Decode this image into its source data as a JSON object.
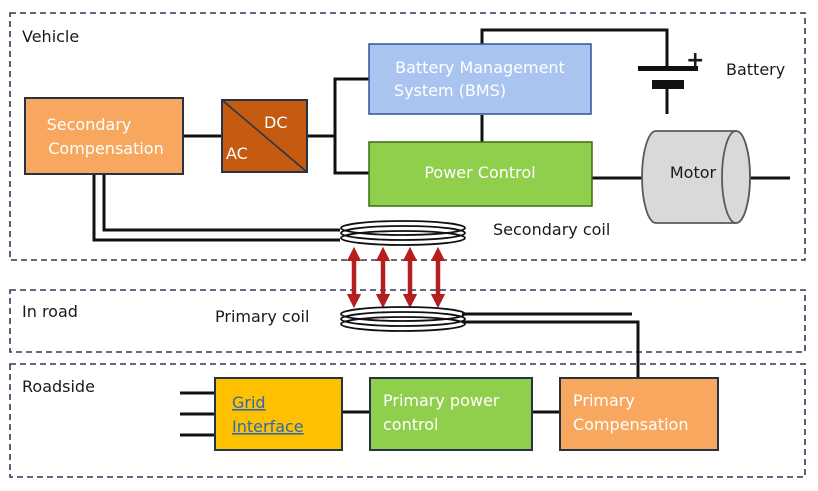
{
  "sections": {
    "vehicle": "Vehicle",
    "in_road": "In road",
    "roadside": "Roadside"
  },
  "blocks": {
    "bms": [
      "Battery Management",
      "System (BMS)"
    ],
    "secondary_compensation": [
      "Secondary",
      "Compensation"
    ],
    "converter": {
      "top": "DC",
      "bottom": "AC"
    },
    "power_control": "Power Control",
    "motor": "Motor",
    "grid_interface": [
      "Grid",
      "Interface"
    ],
    "primary_power_control": [
      "Primary power",
      "control"
    ],
    "primary_compensation": [
      "Primary",
      "Compensation"
    ]
  },
  "labels": {
    "battery": "Battery",
    "battery_plus": "+",
    "secondary_coil": "Secondary coil",
    "primary_coil": "Primary coil"
  },
  "colors": {
    "bms": "#a9c4ef",
    "compensation": "#f8a75e",
    "converter": "#c55a11",
    "power_control": "#8fcf4c",
    "grid_interface": "#ffc000",
    "motor": "#d9d9d9",
    "arrow": "#b41e1e",
    "dashed_border": "#2b3a55"
  }
}
